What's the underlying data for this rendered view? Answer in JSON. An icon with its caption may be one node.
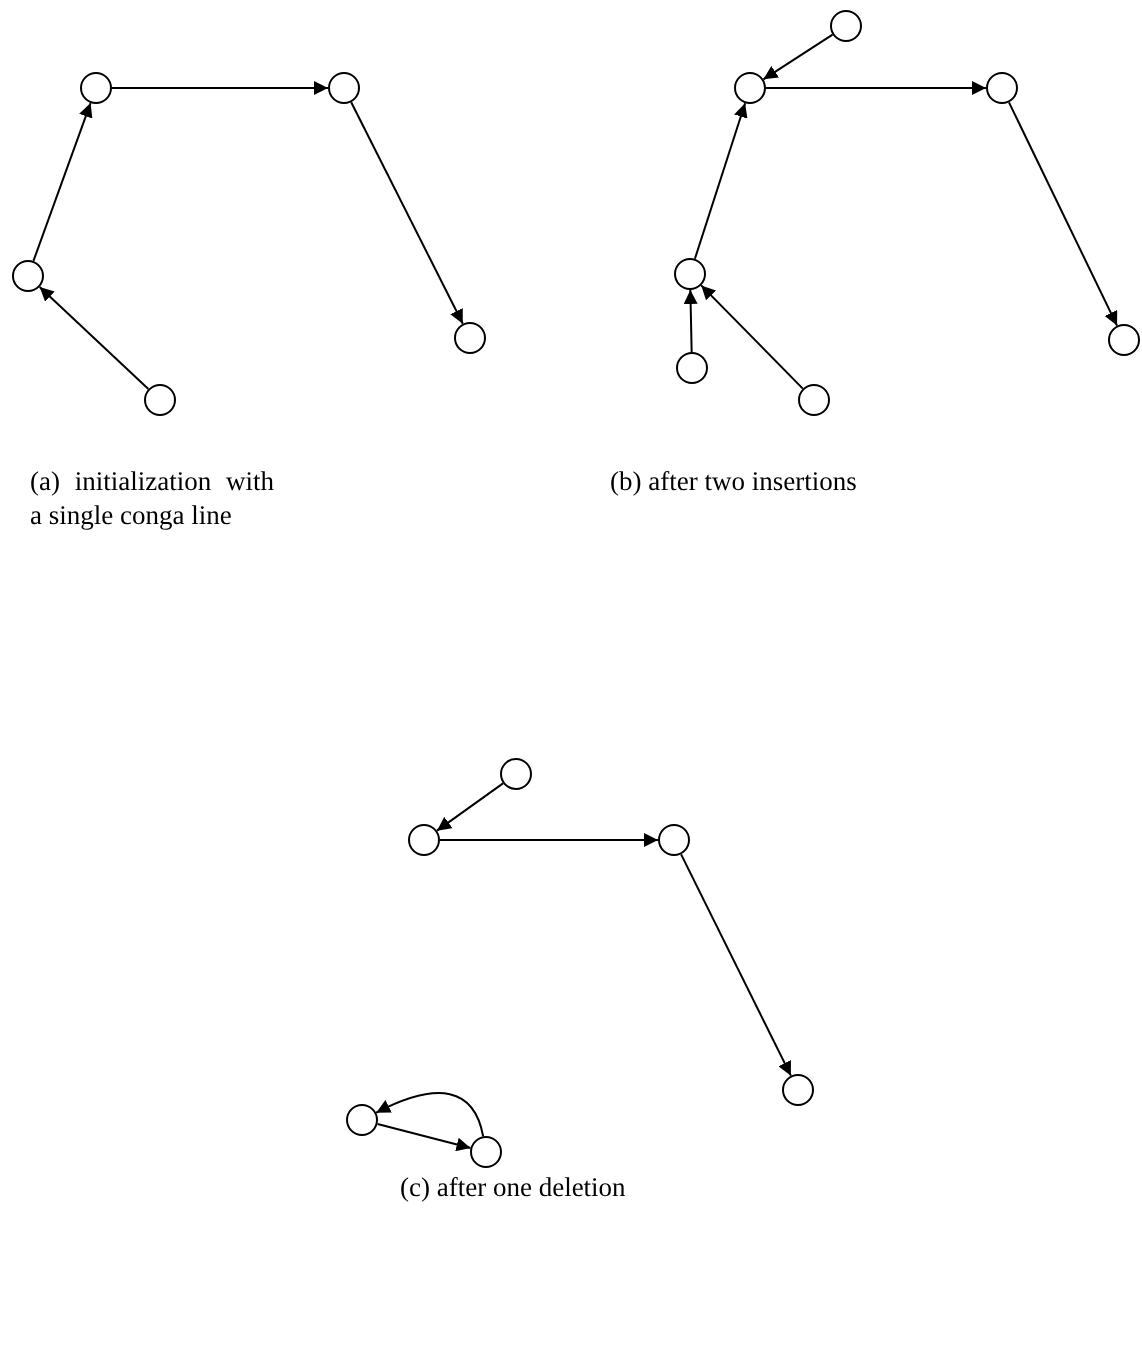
{
  "diagram": {
    "nodes": [
      {
        "text": [],
        "shape": "circle"
      },
      {
        "text": [],
        "shape": "circle"
      },
      {
        "text": [],
        "shape": "circle"
      },
      {
        "text": [],
        "shape": "circle"
      },
      {
        "text": [],
        "shape": "circle"
      },
      {
        "text": [],
        "shape": "circle"
      },
      {
        "text": [],
        "shape": "circle"
      },
      {
        "text": [],
        "shape": "circle"
      },
      {
        "text": [],
        "shape": "circle"
      },
      {
        "text": [],
        "shape": "circle"
      },
      {
        "text": [],
        "shape": "circle"
      },
      {
        "text": [],
        "shape": "circle"
      },
      {
        "text": [],
        "shape": "circle"
      },
      {
        "text": [],
        "shape": "circle"
      },
      {
        "text": [],
        "shape": "circle"
      },
      {
        "text": [],
        "shape": "circle"
      },
      {
        "text": [],
        "shape": "circle"
      },
      {
        "text": [],
        "shape": "circle"
      }
    ],
    "edges": [
      {
        "from": 2,
        "to": 0,
        "arrow": "to"
      },
      {
        "from": 0,
        "to": 1,
        "arrow": "to"
      },
      {
        "from": 1,
        "to": 3,
        "arrow": "to"
      },
      {
        "from": 4,
        "to": 2,
        "arrow": "to"
      },
      {
        "from": 5,
        "to": 6,
        "arrow": "to"
      },
      {
        "from": 6,
        "to": 7,
        "arrow": "to"
      },
      {
        "from": 8,
        "to": 6,
        "arrow": "to"
      },
      {
        "from": 7,
        "to": 9,
        "arrow": "to"
      },
      {
        "from": 10,
        "to": 8,
        "arrow": "to"
      },
      {
        "from": 11,
        "to": 8,
        "arrow": "to"
      },
      {
        "from": 12,
        "to": 13,
        "arrow": "to"
      },
      {
        "from": 13,
        "to": 14,
        "arrow": "to"
      },
      {
        "from": 14,
        "to": 15,
        "arrow": "to"
      },
      {
        "from": 16,
        "to": 17,
        "arrow": "to"
      },
      {
        "from": 17,
        "to": 16,
        "arrow": "to"
      }
    ],
    "labels": [
      "(a) initialization with a single conga line",
      "(b) after two insertions",
      "(c) after one deletion"
    ]
  }
}
